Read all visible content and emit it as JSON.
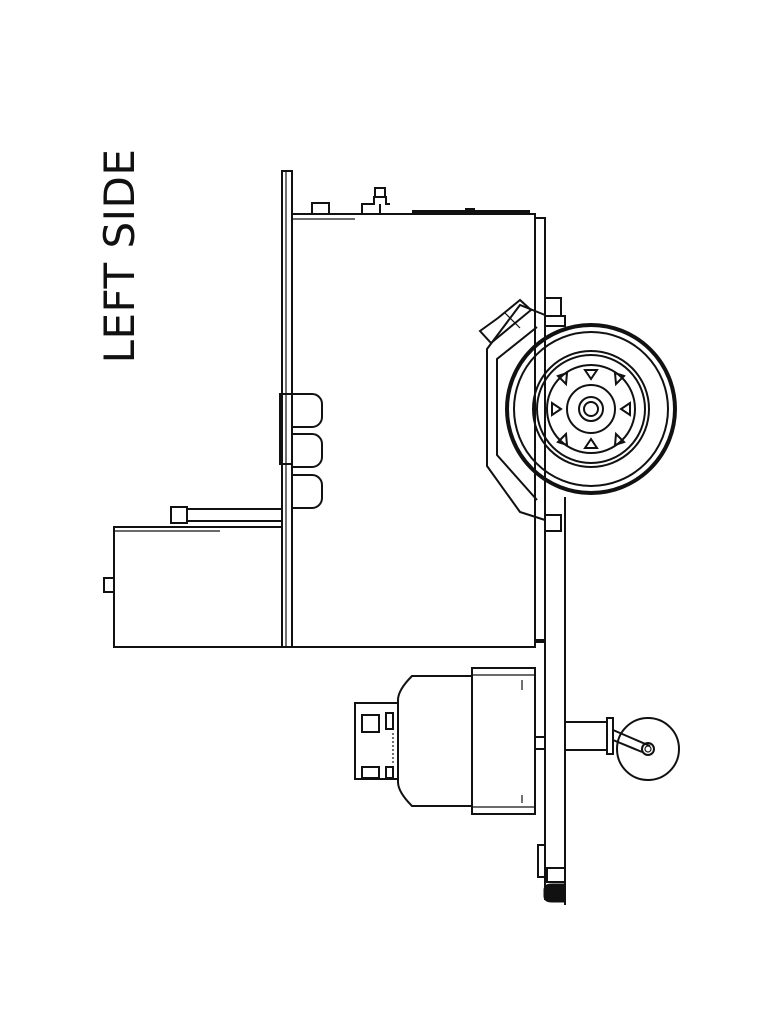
{
  "drawing": {
    "view_label": "LEFT SIDE",
    "line_color": "#111111",
    "background": "#ffffff",
    "components": [
      "food-cart-body",
      "top-countertop",
      "upper-cabinet",
      "handle-bar",
      "tire",
      "wheel-rim",
      "fender",
      "trailer-frame",
      "propane-tank",
      "tongue-jack",
      "caster-wheel",
      "hitch-coupler"
    ]
  }
}
